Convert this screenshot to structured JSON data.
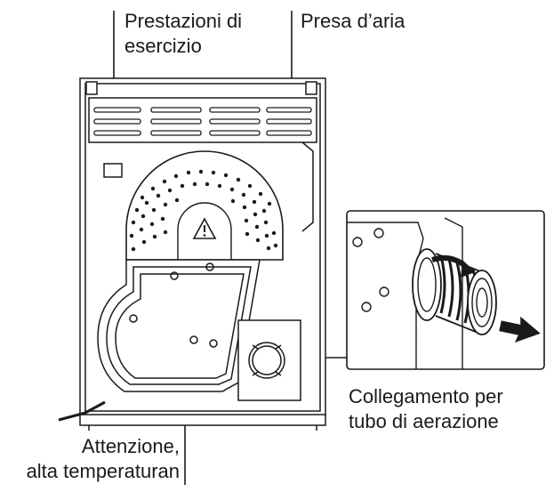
{
  "labels": {
    "performance": [
      "Prestazioni di",
      "esercizio"
    ],
    "air_intake": "Presa d’aria",
    "vent_connection": [
      "Collegamento per",
      "tubo di aerazione"
    ],
    "warning": [
      "Attenzione,",
      "alta temperaturan"
    ]
  },
  "colors": {
    "line": "#1a1a1a",
    "panel": "#ffffff",
    "background": "#ffffff"
  },
  "icons": {
    "arrow_in": "filled-arrow",
    "arrow_rotate": "curved-arrow",
    "warning_symbol": "warning-triangle"
  }
}
